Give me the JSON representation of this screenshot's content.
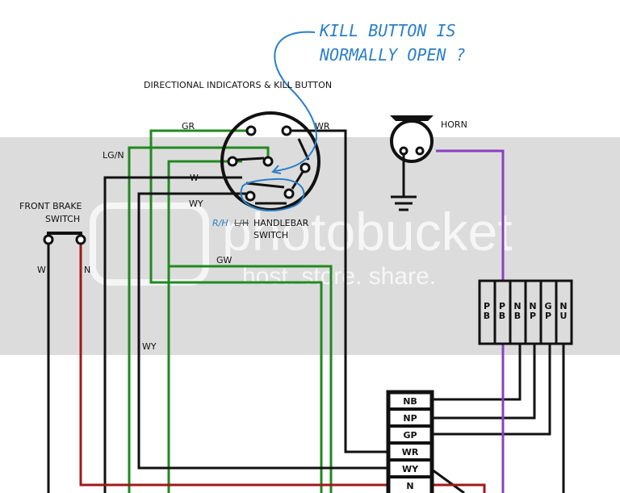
{
  "title": "DIRECTIONAL INDICATORS & KILL BUTTON",
  "annotation": {
    "line1": "KILL BUTTON IS",
    "line2": "NORMALLY OPEN ?"
  },
  "handlebar_switch": {
    "prefix_rh": "R/H",
    "prefix_lh": "L/H",
    "line1": "HANDLEBAR",
    "line2": "SWITCH"
  },
  "front_brake_switch": {
    "line1": "FRONT BRAKE",
    "line2": "SWITCH"
  },
  "horn_label": "HORN",
  "wire_labels": {
    "gr": "GR",
    "wr": "WR",
    "lgn": "LG/N",
    "w": "W",
    "wy": "WY",
    "gw": "GW",
    "wy2": "WY",
    "brake_w": "W",
    "brake_n": "N"
  },
  "upper_connector": [
    [
      "P",
      "B"
    ],
    [
      "P",
      "B"
    ],
    [
      "N",
      "B"
    ],
    [
      "N",
      "P"
    ],
    [
      "G",
      "P"
    ],
    [
      "N",
      "U"
    ]
  ],
  "lower_connector": [
    "NB",
    "NP",
    "GP",
    "WR",
    "WY",
    "N"
  ],
  "watermark": {
    "brand": "photobucket",
    "tagline": "host. store. share."
  },
  "colors": {
    "green": "#1f8a1f",
    "red": "#a01818",
    "purple": "#8a3fc0",
    "blue": "#2a7fc8",
    "band": "#dcdcdc"
  }
}
